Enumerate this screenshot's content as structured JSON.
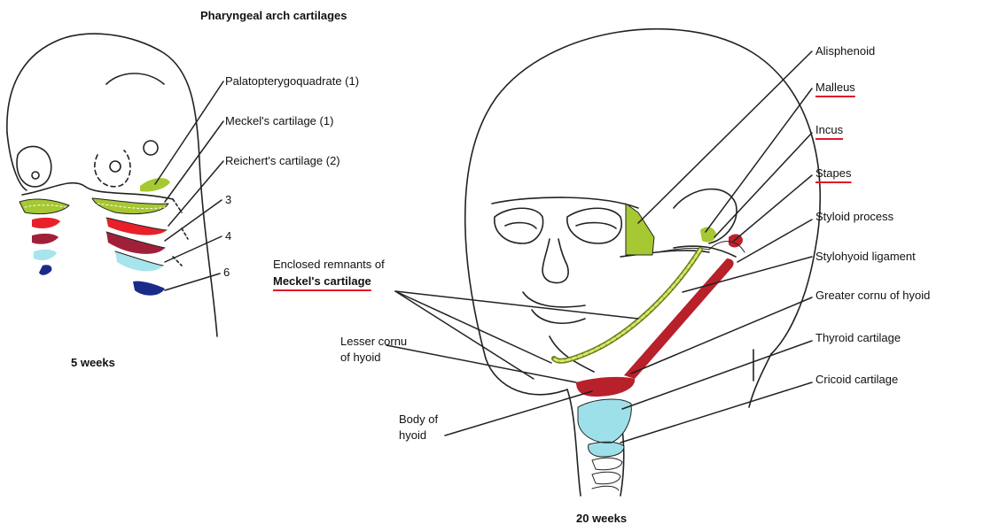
{
  "title": "Pharyngeal arch cartilages",
  "left_panel": {
    "caption": "5 weeks",
    "labels": {
      "palatopterygoquadrate": "Palatopterygoquadrate (1)",
      "meckels": "Meckel's cartilage (1)",
      "reicherts": "Reichert's cartilage (2)",
      "arch3": "3",
      "arch4": "4",
      "arch6": "6"
    }
  },
  "right_panel": {
    "caption": "20 weeks",
    "labels": {
      "alisphenoid": "Alisphenoid",
      "malleus": "Malleus",
      "incus": "Incus",
      "stapes": "Stapes",
      "styloid": "Styloid process",
      "stylohyoid": "Stylohyoid ligament",
      "greater_cornu": "Greater cornu of hyoid",
      "thyroid": "Thyroid cartilage",
      "cricoid": "Cricoid cartilage",
      "meckel_remnants_1": "Enclosed remnants of",
      "meckel_remnants_2": "Meckel's cartilage",
      "lesser_cornu_1": "Lesser cornu",
      "lesser_cornu_2": "of hyoid",
      "body_hyoid_1": "Body of",
      "body_hyoid_2": "hyoid"
    }
  },
  "colors": {
    "arch1_green": "#a6c833",
    "arch2_red": "#e8202a",
    "arch3_maroon": "#a0203a",
    "arch4_cyan": "#a8e4ec",
    "arch6_navy": "#1a2a88",
    "underline_red": "#e0192a",
    "hyoid_red": "#b8202a",
    "larynx_cyan": "#9ee0ea"
  }
}
